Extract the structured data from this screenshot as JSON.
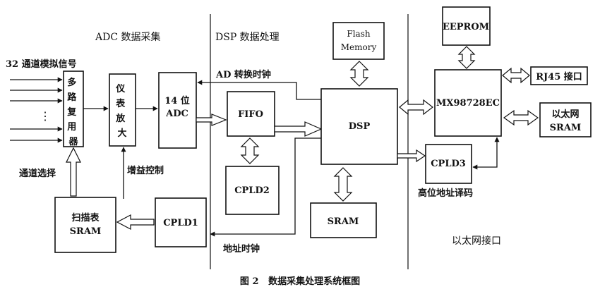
{
  "sections": {
    "adc": "ADC 数据采集",
    "dsp": "DSP 数据处理",
    "ethernet": "以太网接口"
  },
  "input_label": "32 通道模拟信号",
  "input_dots": "⋮",
  "blocks": {
    "mux": "多路复用器",
    "amp": "仪表放大器",
    "adc_line1": "14 位",
    "adc_line2": "ADC",
    "fifo": "FIFO",
    "cpld2": "CPLD2",
    "dsp": "DSP",
    "flash_line1": "Flash",
    "flash_line2": "Memory",
    "sram_dsp": "SRAM",
    "scan_line1": "扫描表",
    "scan_line2": "SRAM",
    "cpld1": "CPLD1",
    "eeprom": "EEPROM",
    "mx": "MX98728EC",
    "rj45": "RJ45 接口",
    "eth_sram_line1": "以太网",
    "eth_sram_line2": "SRAM",
    "cpld3": "CPLD3"
  },
  "signals": {
    "ad_clock": "AD 转换时钟",
    "channel_select": "通道选择",
    "gain_control": "增益控制",
    "addr_clock": "地址时钟",
    "high_addr_decode": "高位地址译码"
  },
  "caption": "图 2   数据采集处理系统框图"
}
